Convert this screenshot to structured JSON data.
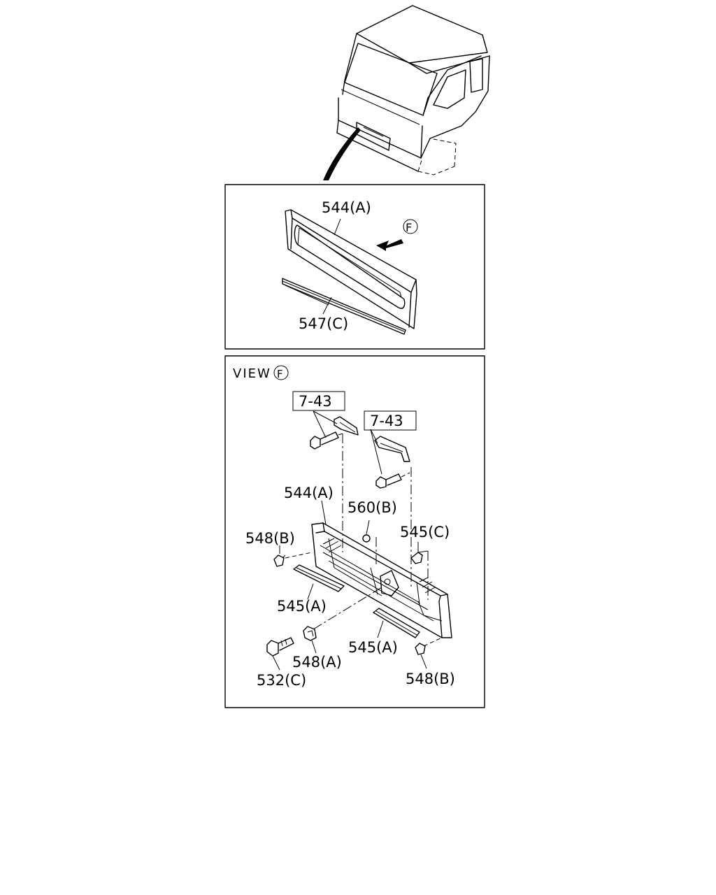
{
  "detail_panel": {
    "callout_grille": "544(A)",
    "callout_molding": "547(C)",
    "view_marker": "F"
  },
  "view_panel": {
    "view_text": "VIEW",
    "view_marker": "F",
    "ref_box_left": "7-43",
    "ref_box_right": "7-43",
    "callout_grille": "544(A)",
    "callout_plug": "560(B)",
    "callout_bracket": "545(C)",
    "callout_clip_upper_left": "548(B)",
    "callout_pad_left": "545(A)",
    "callout_pad_right": "545(A)",
    "callout_nut": "548(A)",
    "callout_bolt": "532(C)",
    "callout_clip_lower_right": "548(B)"
  }
}
